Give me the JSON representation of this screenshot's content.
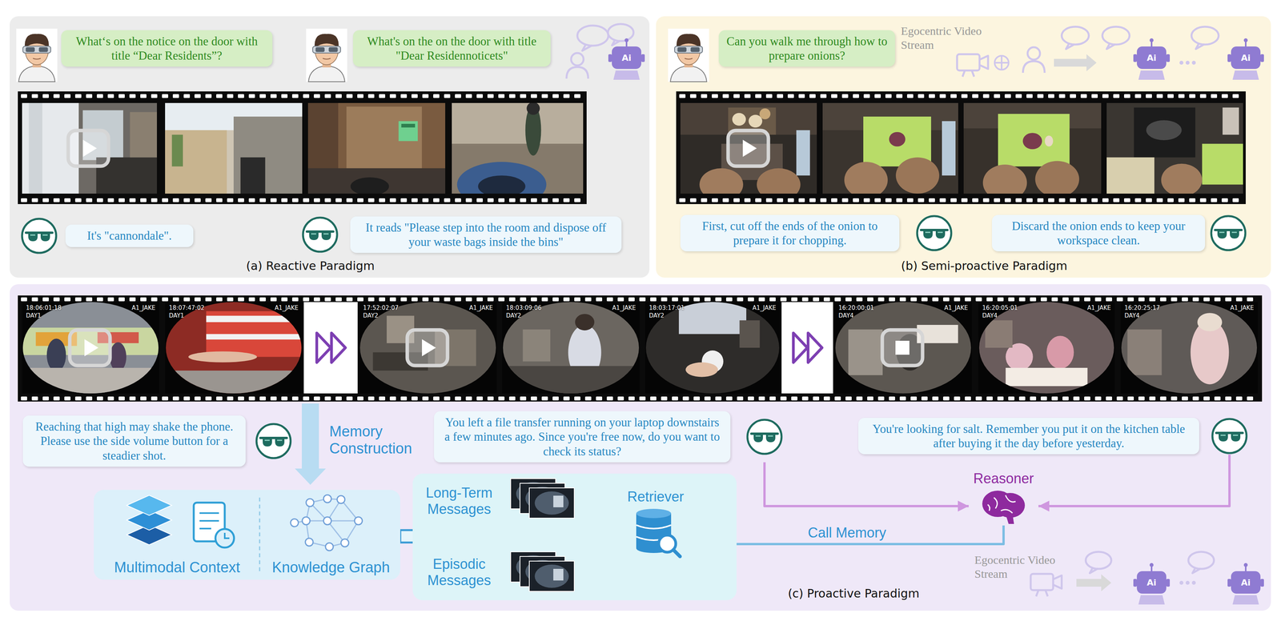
{
  "diagram": {
    "nodes": [
      {
        "text": [
          "(a) Reactive Paradigm"
        ]
      },
      {
        "text": [
          "What‘s on the notice on the door with title “Dear Residents”?"
        ],
        "in": 0
      },
      {
        "text": [
          "What's on the on the door with title \"Dear Residennoticets\""
        ],
        "in": 0
      },
      {
        "text": [
          "It's \"cannondale\"."
        ],
        "in": 0
      },
      {
        "text": [
          "It reads \"Please step into the room and dispose off your waste bags inside the bins\""
        ],
        "in": 0
      },
      {
        "text": [
          "(b) Semi-proactive Paradigm"
        ]
      },
      {
        "text": [
          "Can you walk me through how to prepare onions?"
        ],
        "in": 5
      },
      {
        "text": [
          "First, cut off the ends of the onion to prepare it for chopping."
        ],
        "in": 5
      },
      {
        "text": [
          "Discard the onion ends to keep your workspace clean."
        ],
        "in": 5
      },
      {
        "text": [
          "(c) Proactive Paradigm"
        ]
      },
      {
        "text": [
          "Reaching that high may shake the phone. Please use the side volume button for a steadier shot."
        ],
        "in": 9
      },
      {
        "text": [
          "You left a file transfer running on your laptop downstairs a few minutes ago. Since you're free now, do you want to check its status?"
        ],
        "in": 9
      },
      {
        "text": [
          "You're looking for salt. Remember you put it on the kitchen table after buying it the day before yesterday."
        ],
        "in": 9
      },
      {
        "text": [
          "Multimodal Context",
          "Knowledge Graph"
        ],
        "in": 9
      },
      {
        "text": [
          "Long-Term Messages",
          "Episodic Messages"
        ],
        "in": 9
      },
      {
        "text": [
          "Retriever"
        ],
        "in": 14
      },
      {
        "text": [
          "Reasoner"
        ],
        "in": 9
      }
    ],
    "edges": [
      {
        "from": 11,
        "to": 16,
        "arrow": "to"
      },
      {
        "from": 12,
        "to": 16,
        "arrow": "to"
      },
      {
        "from": 16,
        "to": 15,
        "label": "Call Memory",
        "arrow": "to"
      },
      {
        "from": 13,
        "to": 15,
        "arrow": "to"
      }
    ],
    "labels": [
      "Ai",
      "Egocentric Video Stream",
      "Ai",
      "Ai",
      "18:06:01:18",
      "A1_JAKE",
      "DAY1",
      "18:07:47:02",
      "A1_JAKE",
      "DAY1",
      "17:52:02:07",
      "A1_JAKE",
      "DAY2",
      "18:03:09:06",
      "A1_JAKE",
      "DAY2",
      "18:03:17:01",
      "A1_JAKE",
      "DAY2",
      "16:20:00:01",
      "A1_JAKE",
      "DAY4",
      "16:20:05:01",
      "A1_JAKE",
      "DAY4",
      "16:20:25:17",
      "A1_JAKE",
      "DAY4",
      "Memory Construction",
      "Egocentric Video Stream",
      "Ai",
      "Ai"
    ]
  }
}
